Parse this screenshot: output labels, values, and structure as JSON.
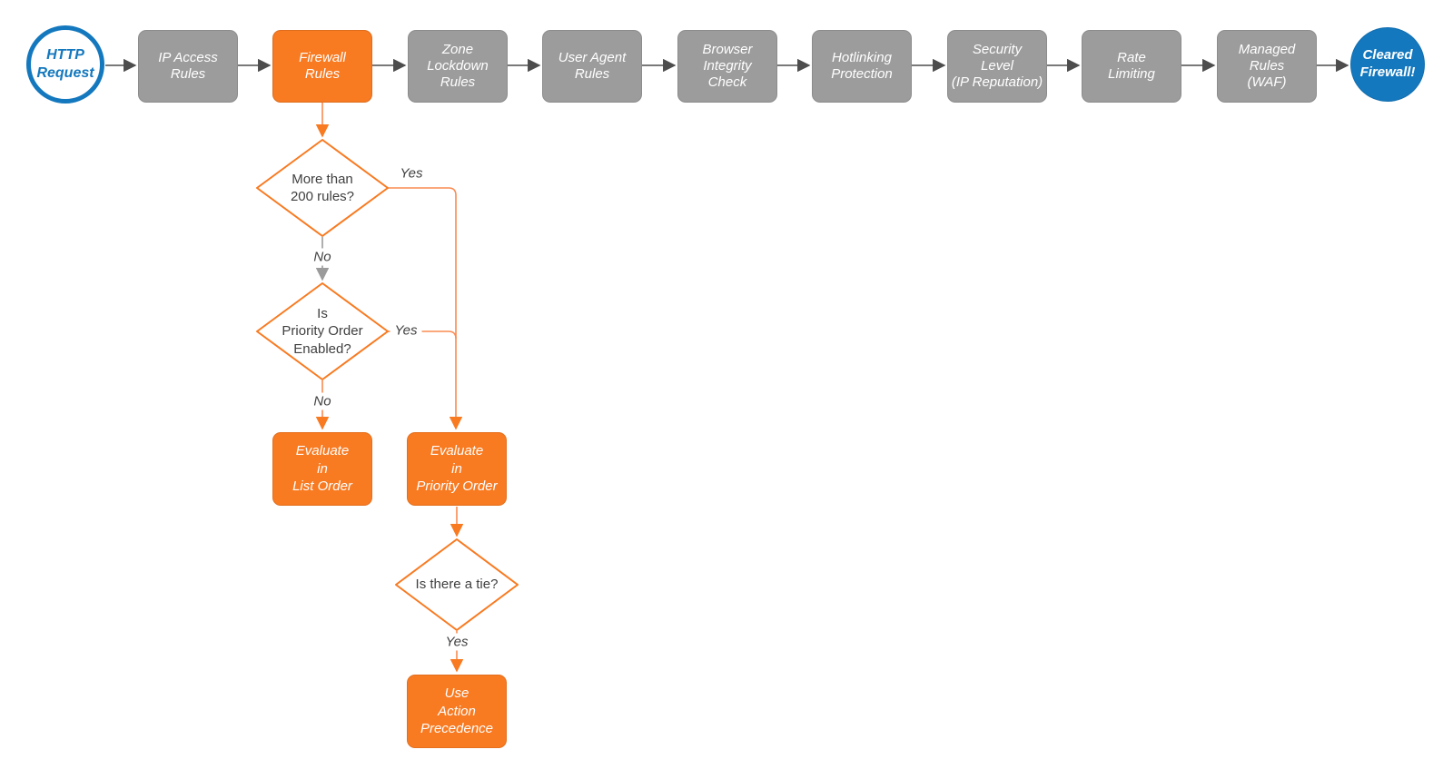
{
  "colors": {
    "accent_orange": "#F87A21",
    "line_orange": "#F98B50",
    "gray_node": "#9C9C9C",
    "gray_line": "#9B9B9B",
    "blue": "#1478BE",
    "dark_connector": "#4D4D4D",
    "text_dark": "#404040"
  },
  "pipeline": {
    "start_label": "HTTP\nRequest",
    "steps": [
      {
        "label": "IP Access\nRules"
      },
      {
        "label": "Firewall\nRules"
      },
      {
        "label": "Zone\nLockdown\nRules"
      },
      {
        "label": "User Agent\nRules"
      },
      {
        "label": "Browser\nIntegrity\nCheck"
      },
      {
        "label": "Hotlinking\nProtection"
      },
      {
        "label": "Security\nLevel\n(IP Reputation)"
      },
      {
        "label": "Rate\nLimiting"
      },
      {
        "label": "Managed\nRules\n(WAF)"
      }
    ],
    "end_label": "Cleared\nFirewall!"
  },
  "decisions": {
    "rules_count": "More than\n200 rules?",
    "priority_enabled": "Is\nPriority Order\nEnabled?",
    "tie": "Is there a tie?"
  },
  "actions": {
    "list_order": "Evaluate\nin\nList Order",
    "priority_order": "Evaluate\nin\nPriority Order",
    "action_precedence": "Use\nAction\nPrecedence"
  },
  "edge_labels": {
    "yes1": "Yes",
    "no1": "No",
    "yes2": "Yes",
    "no2": "No",
    "yes3": "Yes"
  }
}
